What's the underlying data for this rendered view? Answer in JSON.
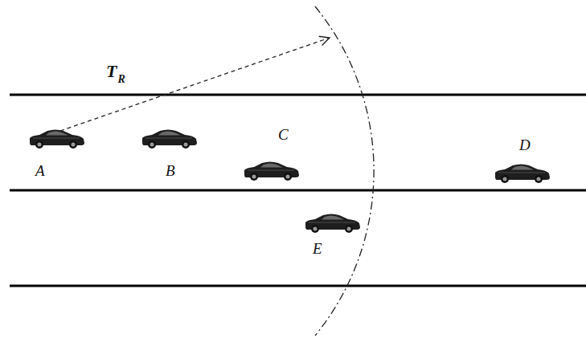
{
  "diagram": {
    "labels": [
      "T",
      "R",
      "A",
      "B",
      "C",
      "D",
      "E"
    ]
  }
}
